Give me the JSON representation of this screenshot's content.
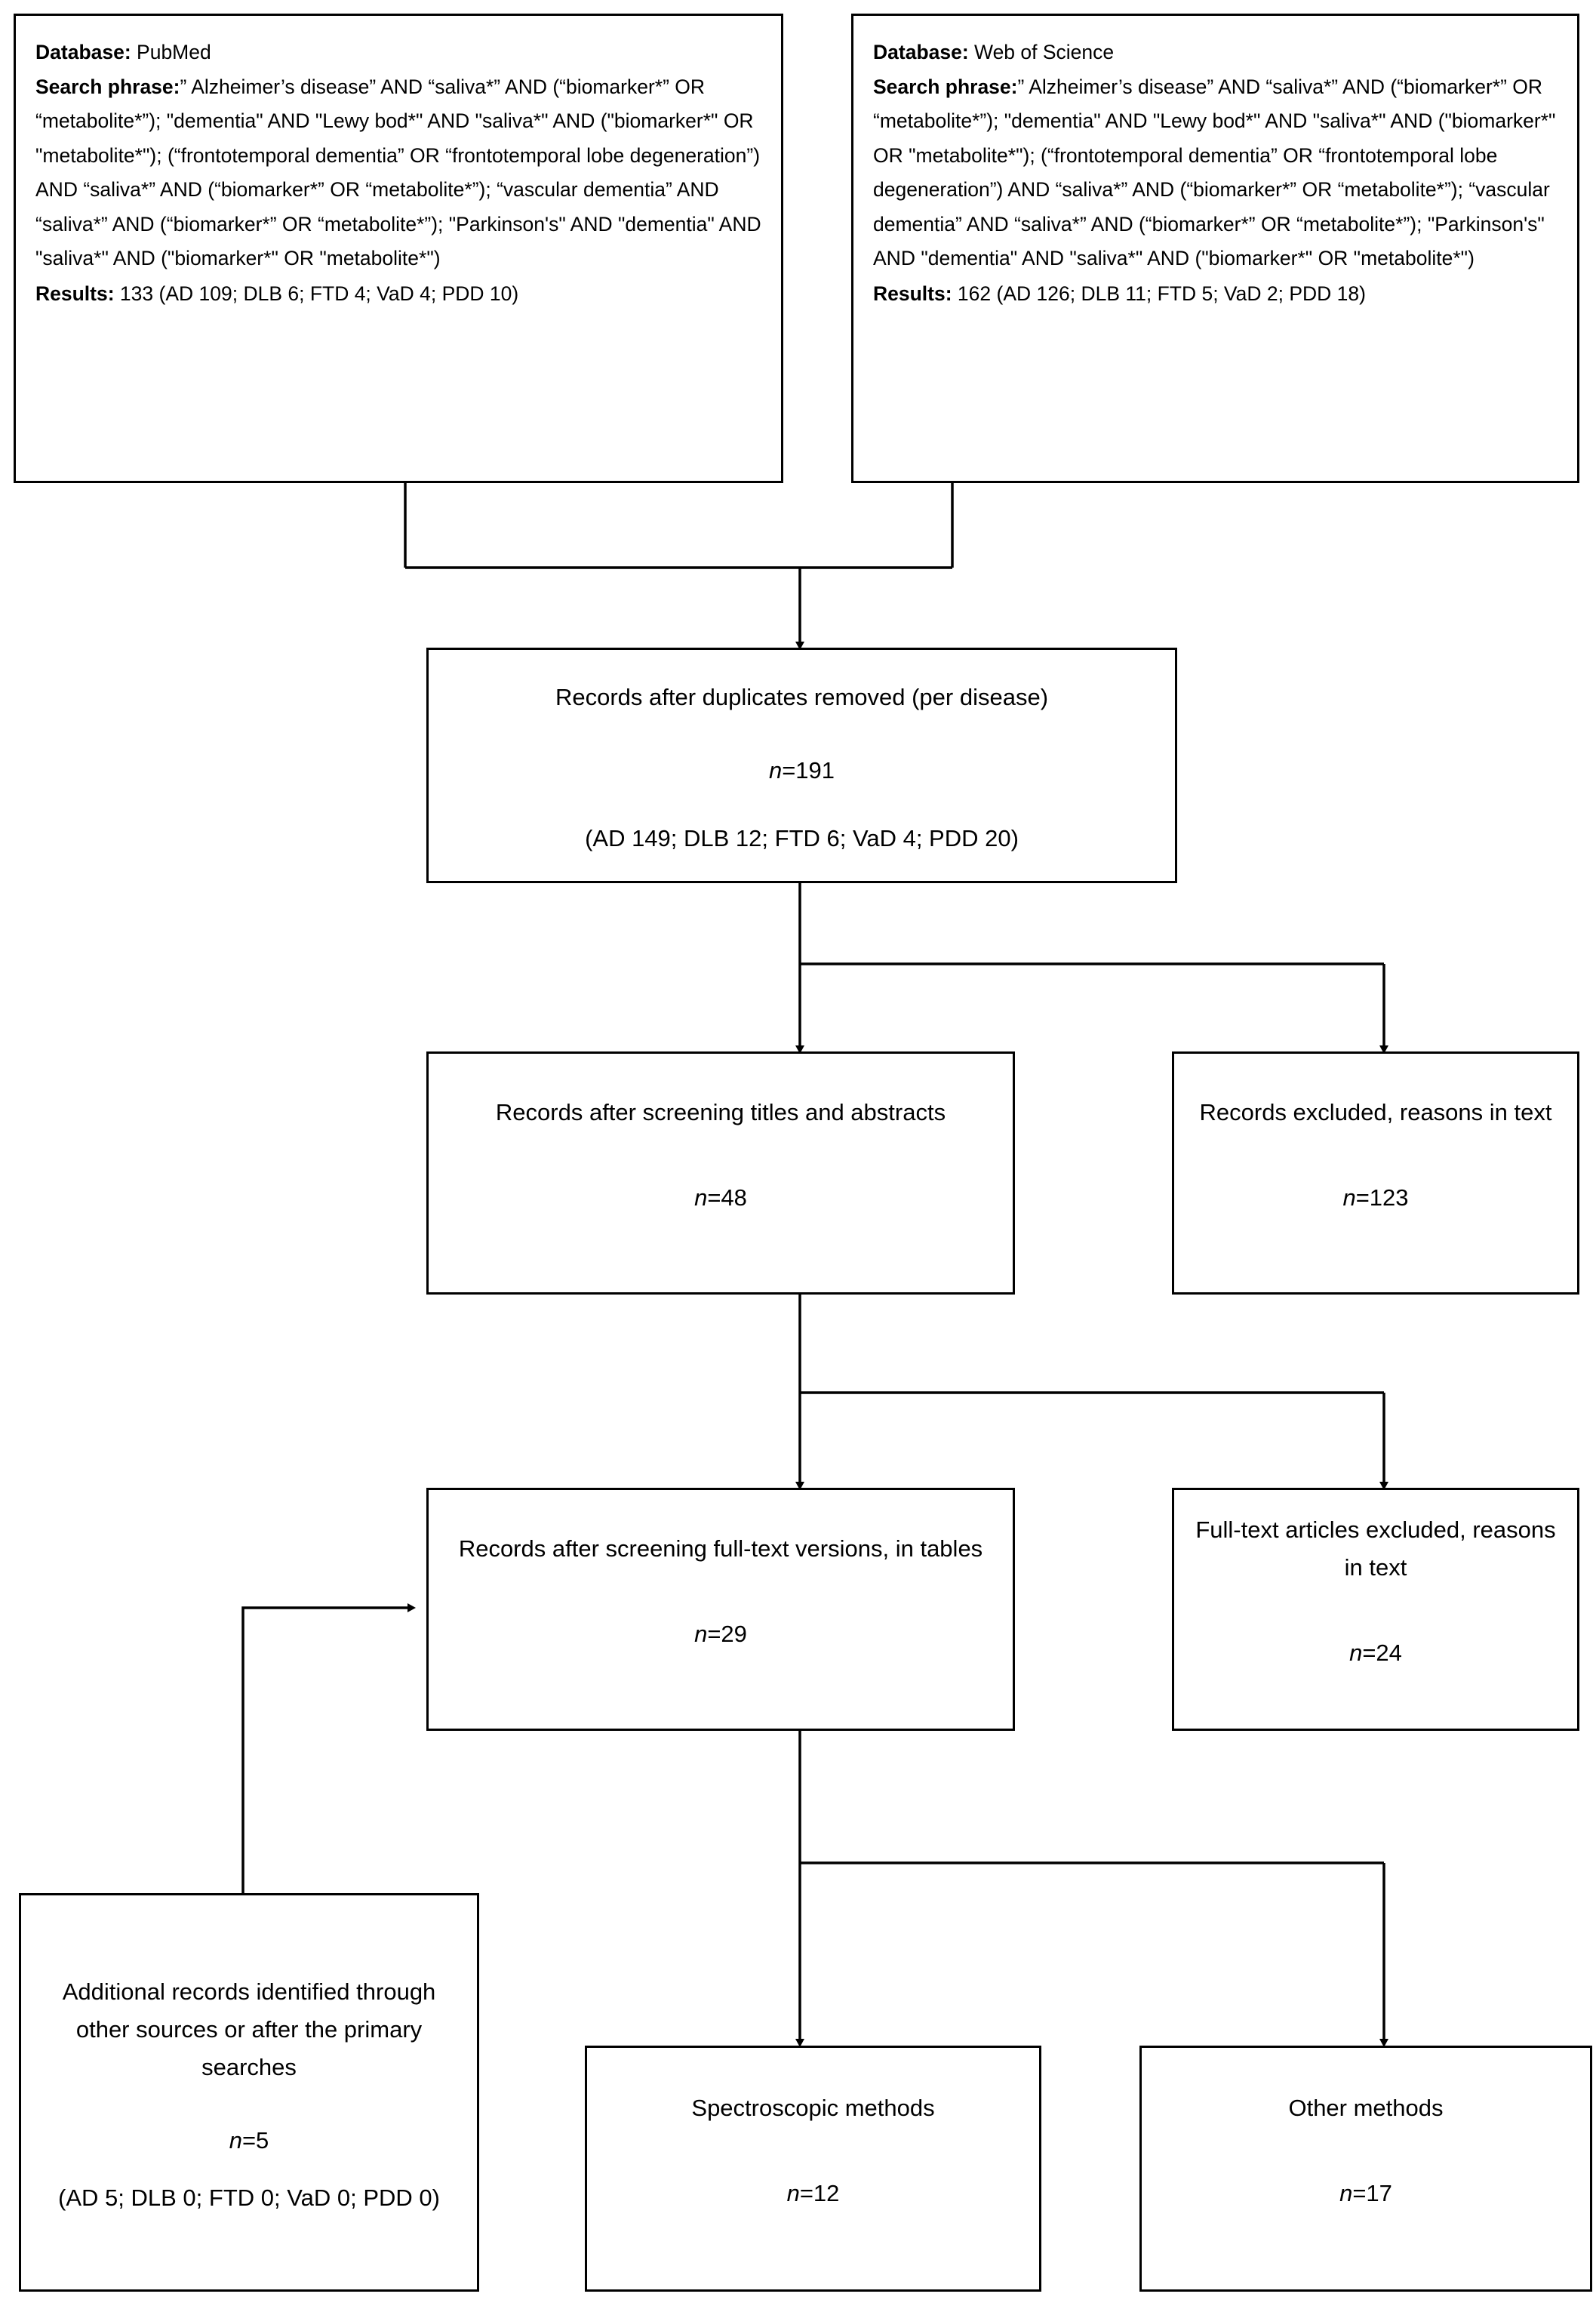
{
  "diagram": {
    "title": "PRISMA study selection flow diagram",
    "stroke_color": "#000000",
    "fill_color": "#ffffff"
  },
  "nodes": {
    "pubmed": {
      "database_label": "Database:",
      "database_value": " PubMed",
      "search_label": "Search phrase:",
      "search_value": "” Alzheimer’s disease” AND “saliva*” AND (“biomarker*” OR “metabolite*”); \"dementia\" AND \"Lewy bod*\" AND \"saliva*\" AND (\"biomarker*\" OR \"metabolite*\"); (“frontotemporal dementia” OR “frontotemporal lobe degeneration”) AND “saliva*” AND (“biomarker*” OR “metabolite*”); “vascular dementia” AND “saliva*” AND (“biomarker*” OR “metabolite*”); \"Parkinson's\" AND \"dementia\" AND \"saliva*\" AND (\"biomarker*\" OR \"metabolite*\")",
      "results_label": "Results:",
      "results_value": " 133 (AD 109; DLB 6; FTD 4; VaD 4; PDD 10)"
    },
    "wos": {
      "database_label": "Database:",
      "database_value": " Web of Science",
      "search_label": "Search phrase:",
      "search_value": "” Alzheimer’s disease” AND “saliva*” AND (“biomarker*” OR “metabolite*”); \"dementia\" AND \"Lewy bod*\" AND \"saliva*\" AND (\"biomarker*\" OR \"metabolite*\"); (“frontotemporal dementia” OR “frontotemporal lobe degeneration”) AND “saliva*” AND (“biomarker*” OR “metabolite*”); “vascular dementia” AND “saliva*” AND (“biomarker*” OR “metabolite*”); \"Parkinson's\" AND \"dementia\" AND \"saliva*\" AND (\"biomarker*\" OR \"metabolite*\")",
      "results_label": "Results:",
      "results_value": " 162 (AD 126; DLB 11; FTD 5; VaD 2; PDD 18)"
    },
    "duplicates_removed": {
      "title": "Records after duplicates removed (per disease)",
      "n": "=191",
      "n_symbol": "n",
      "breakdown": "(AD 149; DLB 12; FTD 6; VaD 4; PDD 20)"
    },
    "screened_titles": {
      "title": "Records after screening titles and abstracts",
      "n_symbol": "n",
      "n": "=48"
    },
    "records_excluded": {
      "title": "Records excluded, reasons in text",
      "n_symbol": "n",
      "n": "=123"
    },
    "screened_fulltext": {
      "title": "Records after screening full-text versions, in tables",
      "n_symbol": "n",
      "n": "=29"
    },
    "fulltext_excluded": {
      "title": "Full-text articles excluded, reasons in text",
      "n_symbol": "n",
      "n": "=24"
    },
    "additional_records": {
      "title": "Additional records identified through other sources or after the primary searches",
      "n_symbol": "n",
      "n": "=5",
      "breakdown": "(AD 5; DLB 0; FTD 0; VaD 0; PDD 0)"
    },
    "spectroscopic_methods": {
      "title": "Spectroscopic methods",
      "n_symbol": "n",
      "n": "=12"
    },
    "other_methods": {
      "title": "Other methods",
      "n_symbol": "n",
      "n": "=17"
    }
  },
  "chart_data": {
    "type": "diagram",
    "title": "PRISMA flow of study identification and screening",
    "stages": [
      {
        "id": "pubmed",
        "label": "Database: PubMed",
        "results_total": 133,
        "breakdown": {
          "AD": 109,
          "DLB": 6,
          "FTD": 4,
          "VaD": 4,
          "PDD": 10
        }
      },
      {
        "id": "wos",
        "label": "Database: Web of Science",
        "results_total": 162,
        "breakdown": {
          "AD": 126,
          "DLB": 11,
          "FTD": 5,
          "VaD": 2,
          "PDD": 18
        }
      },
      {
        "id": "duplicates_removed",
        "label": "Records after duplicates removed (per disease)",
        "n": 191,
        "breakdown": {
          "AD": 149,
          "DLB": 12,
          "FTD": 6,
          "VaD": 4,
          "PDD": 20
        }
      },
      {
        "id": "screened_titles",
        "label": "Records after screening titles and abstracts",
        "n": 48
      },
      {
        "id": "records_excluded",
        "label": "Records excluded, reasons in text",
        "n": 123
      },
      {
        "id": "screened_fulltext",
        "label": "Records after screening full-text versions, in tables",
        "n": 29
      },
      {
        "id": "fulltext_excluded",
        "label": "Full-text articles excluded, reasons in text",
        "n": 24
      },
      {
        "id": "additional_records",
        "label": "Additional records identified through other sources or after the primary searches",
        "n": 5,
        "breakdown": {
          "AD": 5,
          "DLB": 0,
          "FTD": 0,
          "VaD": 0,
          "PDD": 0
        }
      },
      {
        "id": "spectroscopic_methods",
        "label": "Spectroscopic methods",
        "n": 12
      },
      {
        "id": "other_methods",
        "label": "Other methods",
        "n": 17
      }
    ],
    "edges": [
      {
        "from": "pubmed",
        "to": "duplicates_removed"
      },
      {
        "from": "wos",
        "to": "duplicates_removed"
      },
      {
        "from": "duplicates_removed",
        "to": "screened_titles"
      },
      {
        "from": "duplicates_removed",
        "to": "records_excluded"
      },
      {
        "from": "screened_titles",
        "to": "screened_fulltext"
      },
      {
        "from": "screened_titles",
        "to": "fulltext_excluded"
      },
      {
        "from": "additional_records",
        "to": "screened_fulltext"
      },
      {
        "from": "screened_fulltext",
        "to": "spectroscopic_methods"
      },
      {
        "from": "screened_fulltext",
        "to": "other_methods"
      }
    ]
  }
}
